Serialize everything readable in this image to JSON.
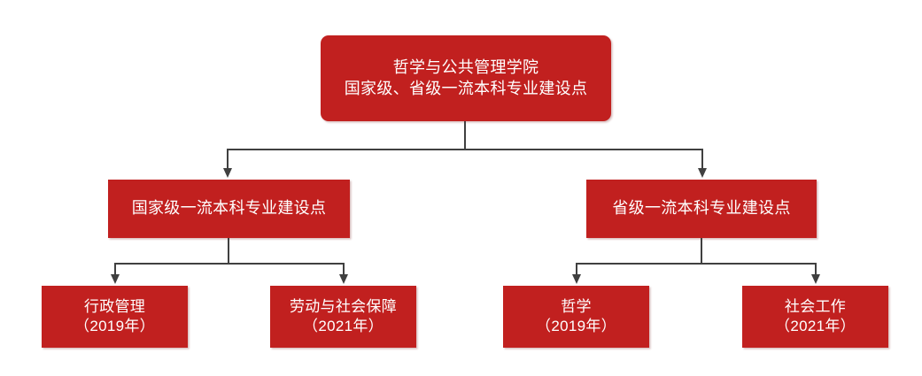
{
  "diagram": {
    "type": "org-chart",
    "orientation": "top-down",
    "colors": {
      "node_fill": "#c1201f",
      "node_text": "#ffffff",
      "connector": "#404040",
      "background": "#ffffff"
    },
    "root": {
      "label": "哲学与公共管理学院\n国家级、省级一流本科专业建设点",
      "line1": "哲学与公共管理学院",
      "line2": "国家级、省级一流本科专业建设点"
    },
    "branches": [
      {
        "label": "国家级一流本科专业建设点",
        "children": [
          {
            "label": "行政管理\n（2019年）",
            "name": "行政管理",
            "year": "（2019年）"
          },
          {
            "label": "劳动与社会保障\n（2021年）",
            "name": "劳动与社会保障",
            "year": "（2021年）"
          }
        ]
      },
      {
        "label": "省级一流本科专业建设点",
        "children": [
          {
            "label": "哲学\n（2019年）",
            "name": "哲学",
            "year": "（2019年）"
          },
          {
            "label": "社会工作\n（2021年）",
            "name": "社会工作",
            "year": "（2021年）"
          }
        ]
      }
    ]
  }
}
